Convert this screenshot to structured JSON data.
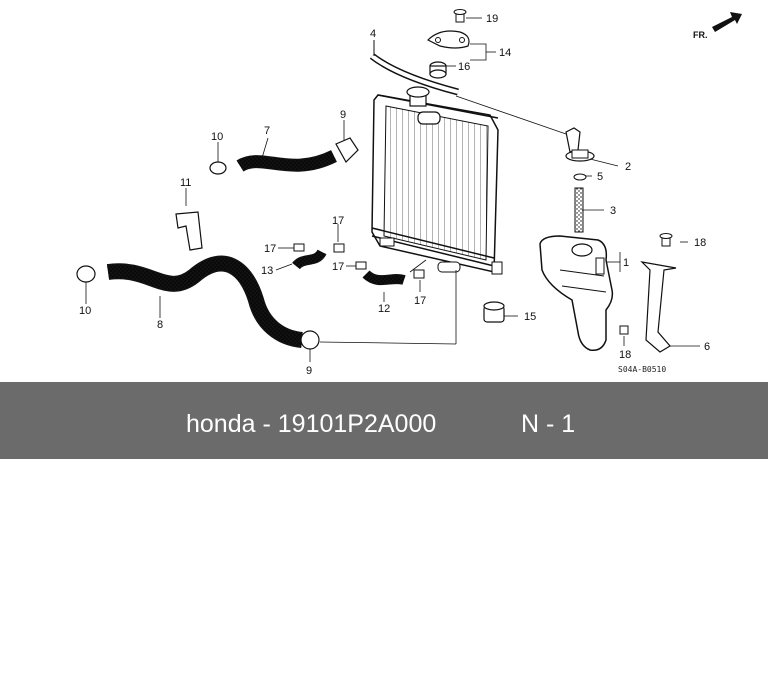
{
  "diagram": {
    "direction_label": "FR.",
    "figure_code": "S04A-B0510",
    "callouts": {
      "c1": "1",
      "c2": "2",
      "c3": "3",
      "c4": "4",
      "c5": "5",
      "c6": "6",
      "c7": "7",
      "c8": "8",
      "c9a": "9",
      "c9b": "9",
      "c10a": "10",
      "c10b": "10",
      "c11": "11",
      "c12": "12",
      "c13": "13",
      "c14": "14",
      "c16": "16",
      "c17a": "17",
      "c17b": "17",
      "c17c": "17",
      "c17d": "17",
      "c18a": "18",
      "c18b": "18",
      "c19": "19"
    }
  },
  "footer": {
    "brand": "honda",
    "separator": "-",
    "part_number": "19101P2A000",
    "position": "N - 1"
  }
}
